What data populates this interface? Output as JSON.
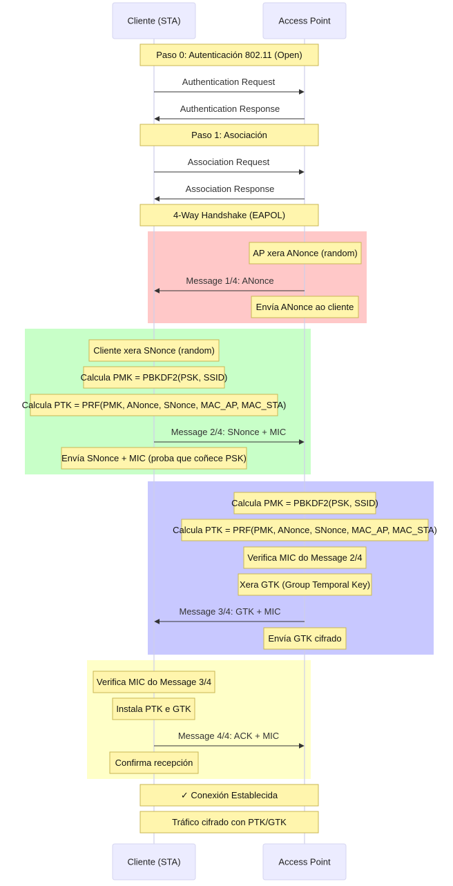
{
  "actors": [
    {
      "id": "sta",
      "label": "Cliente (STA)"
    },
    {
      "id": "ap",
      "label": "Access Point"
    }
  ],
  "colors": {
    "red_block": "#ffc8c8",
    "green_block": "#c8ffc8",
    "blue_block": "#c8c8ff",
    "yellow_block": "#ffffc8",
    "note_fill": "#fff5ad",
    "actor_fill": "#ececff"
  },
  "notes": [
    {
      "id": "n-paso0",
      "text": "Paso 0: Autenticación 802.11 (Open)"
    },
    {
      "id": "n-paso1",
      "text": "Paso 1: Asociación"
    },
    {
      "id": "n-4way",
      "text": "4-Way Handshake (EAPOL)"
    },
    {
      "id": "n-ap-anonce",
      "text": "AP xera ANonce (random)"
    },
    {
      "id": "n-envia-anonce",
      "text": "Envía ANonce ao cliente"
    },
    {
      "id": "n-cli-snonce",
      "text": "Cliente xera SNonce (random)"
    },
    {
      "id": "n-cli-pmk",
      "text": "Calcula PMK = PBKDF2(PSK, SSID)"
    },
    {
      "id": "n-cli-ptk",
      "text": "Calcula PTK = PRF(PMK, ANonce, SNonce, MAC_AP, MAC_STA)"
    },
    {
      "id": "n-envia-snonce",
      "text": "Envía SNonce + MIC (proba que coñece PSK)"
    },
    {
      "id": "n-ap-pmk",
      "text": "Calcula PMK = PBKDF2(PSK, SSID)"
    },
    {
      "id": "n-ap-ptk",
      "text": "Calcula PTK = PRF(PMK, ANonce, SNonce, MAC_AP, MAC_STA)"
    },
    {
      "id": "n-verifica-2",
      "text": "Verifica MIC do Message 2/4"
    },
    {
      "id": "n-xera-gtk",
      "text": "Xera GTK (Group Temporal Key)"
    },
    {
      "id": "n-envia-gtk",
      "text": "Envía GTK cifrado"
    },
    {
      "id": "n-verifica-3",
      "text": "Verifica MIC do Message 3/4"
    },
    {
      "id": "n-instala",
      "text": "Instala PTK e GTK"
    },
    {
      "id": "n-confirma",
      "text": "Confirma recepción"
    },
    {
      "id": "n-conexion",
      "text": "✓ Conexión Establecida"
    },
    {
      "id": "n-trafico",
      "text": "Tráfico cifrado con PTK/GTK"
    }
  ],
  "messages": [
    {
      "id": "m-auth-req",
      "text": "Authentication Request",
      "from": "sta",
      "to": "ap"
    },
    {
      "id": "m-auth-resp",
      "text": "Authentication Response",
      "from": "ap",
      "to": "sta"
    },
    {
      "id": "m-assoc-req",
      "text": "Association Request",
      "from": "sta",
      "to": "ap"
    },
    {
      "id": "m-assoc-resp",
      "text": "Association Response",
      "from": "ap",
      "to": "sta"
    },
    {
      "id": "m-msg1",
      "text": "Message 1/4: ANonce",
      "from": "ap",
      "to": "sta"
    },
    {
      "id": "m-msg2",
      "text": "Message 2/4: SNonce + MIC",
      "from": "sta",
      "to": "ap"
    },
    {
      "id": "m-msg3",
      "text": "Message 3/4: GTK + MIC",
      "from": "ap",
      "to": "sta"
    },
    {
      "id": "m-msg4",
      "text": "Message 4/4: ACK + MIC",
      "from": "sta",
      "to": "ap"
    }
  ]
}
